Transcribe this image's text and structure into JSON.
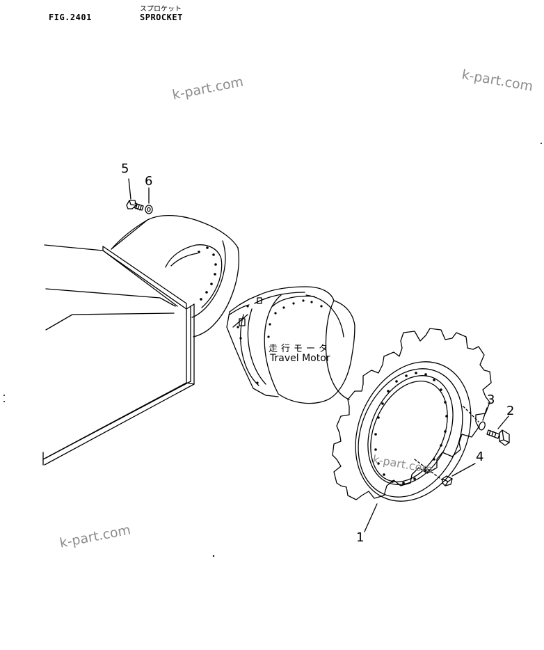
{
  "header": {
    "fig_number": "FIG.2401",
    "title_jp": "スプロケット",
    "title_en": "SPROCKET"
  },
  "watermarks": [
    "k-part.com",
    "k-part.com",
    "k-part.com",
    "k-part.com"
  ],
  "motor_label": {
    "jp": "走行モータ",
    "en": "Travel Motor"
  },
  "callouts": [
    "1",
    "2",
    "3",
    "4",
    "5",
    "6"
  ]
}
